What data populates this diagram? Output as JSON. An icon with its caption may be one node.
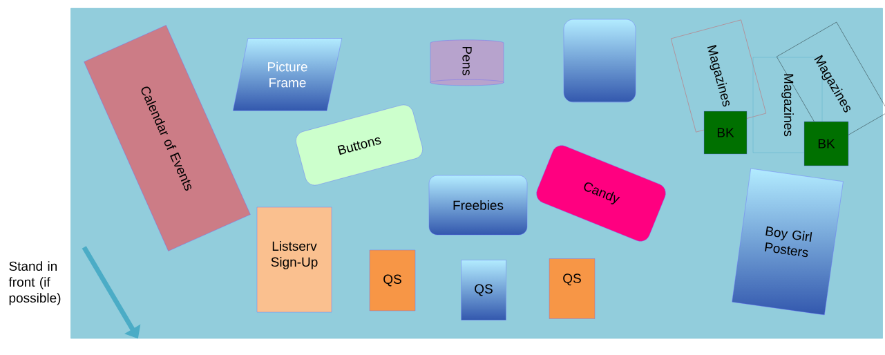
{
  "diagram": {
    "nodes": [
      {
        "text": [],
        "shape": "box"
      },
      {
        "text": [
          "Calendar of Events"
        ],
        "in": 0
      },
      {
        "text": [
          "Picture Frame"
        ],
        "in": 0
      },
      {
        "text": [
          "Pens"
        ],
        "in": 0
      },
      {
        "text": [],
        "shape": "box",
        "in": 0
      },
      {
        "text": [
          "Magazines"
        ],
        "in": 0
      },
      {
        "text": [
          "Magazines"
        ],
        "in": 0
      },
      {
        "text": [
          "Magazines"
        ],
        "in": 0
      },
      {
        "text": [
          "BK"
        ],
        "in": 0
      },
      {
        "text": [
          "BK"
        ],
        "in": 0
      },
      {
        "text": [
          "Buttons"
        ],
        "in": 0
      },
      {
        "text": [
          "Candy"
        ],
        "in": 0
      },
      {
        "text": [
          "Freebies"
        ],
        "in": 0
      },
      {
        "text": [
          "Boy Girl Posters"
        ],
        "in": 0
      },
      {
        "text": [
          "Listserv Sign-Up"
        ],
        "in": 0
      },
      {
        "text": [
          "QS"
        ],
        "in": 0
      },
      {
        "text": [
          "QS"
        ],
        "in": 0
      },
      {
        "text": [
          "QS"
        ],
        "in": 0
      },
      {
        "text": [
          "Stand in front (if possible)"
        ]
      }
    ],
    "edges": [
      {
        "from": 18,
        "to": 0,
        "arrow": "to"
      }
    ]
  }
}
